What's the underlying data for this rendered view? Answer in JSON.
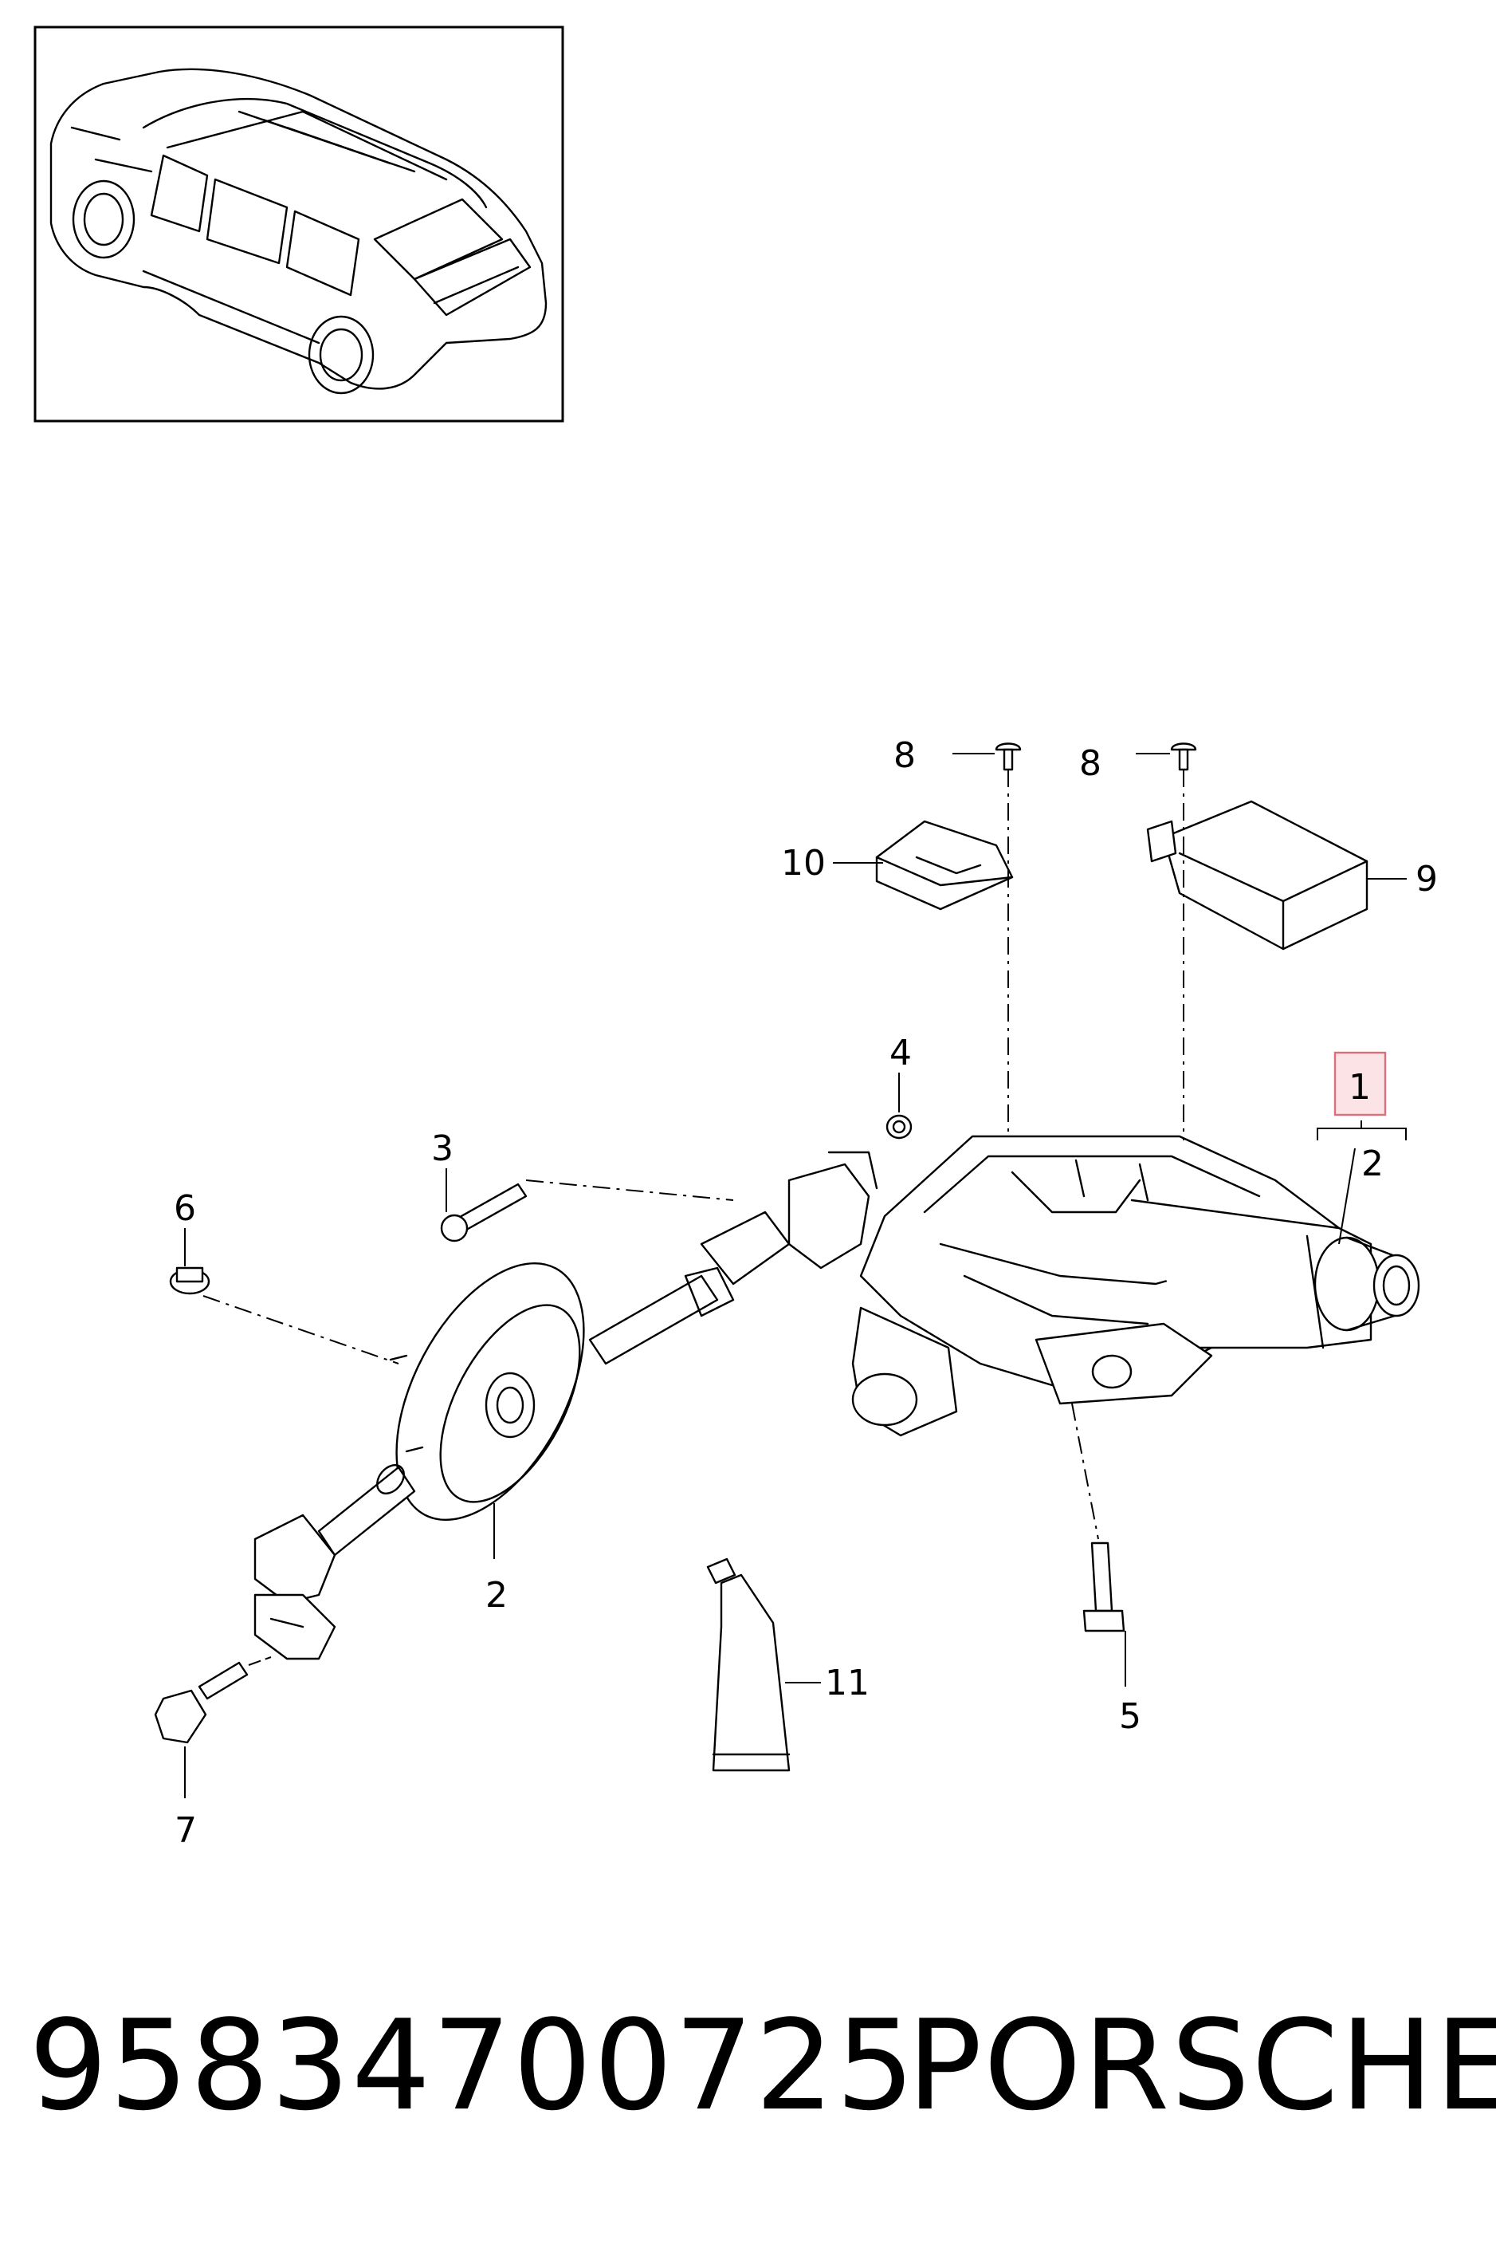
{
  "diagram": {
    "callouts": {
      "c1": "1",
      "c2_bracket": "2",
      "c2": "2",
      "c3": "3",
      "c4": "4",
      "c5": "5",
      "c6": "6",
      "c7": "7",
      "c8a": "8",
      "c8b": "8",
      "c9": "9",
      "c10": "10",
      "c11": "11"
    },
    "highlight_color": "#d9707a",
    "highlight_fill": "#fbe3e6"
  },
  "footer": {
    "part_number": "95834700725",
    "brand": "PORSCHE"
  }
}
